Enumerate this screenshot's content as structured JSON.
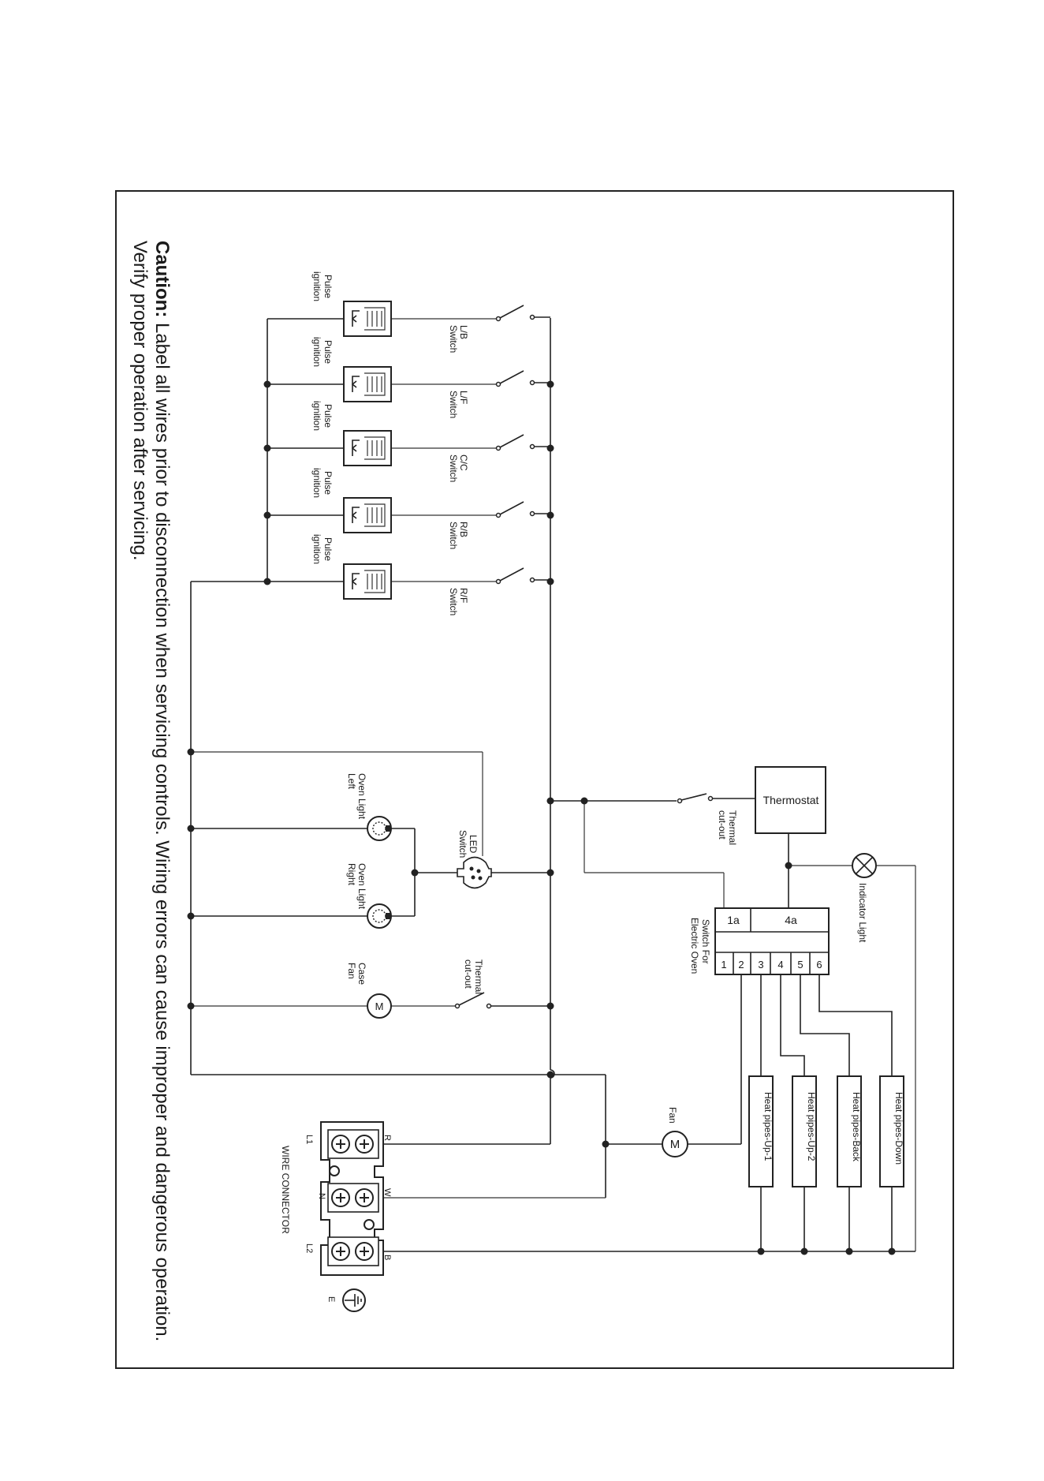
{
  "caution": {
    "prefix": "Caution:",
    "line1": " Label all wires prior to disconnection when servicing controls. Wiring errors can cause improper and dangerous operation.",
    "line2": "Verify proper operation after servicing."
  },
  "ignitions": [
    {
      "ignitor": "Pulse ignition",
      "switch_top": "L/B",
      "switch_bottom": "Switch"
    },
    {
      "ignitor": "Pulse ignition",
      "switch_top": "L/F",
      "switch_bottom": "Switch"
    },
    {
      "ignitor": "Pulse ignition",
      "switch_top": "C/C",
      "switch_bottom": "Switch"
    },
    {
      "ignitor": "Pulse ignition",
      "switch_top": "R/B",
      "switch_bottom": "Switch"
    },
    {
      "ignitor": "Pulse ignition",
      "switch_top": "R/F",
      "switch_bottom": "Switch"
    }
  ],
  "labels": {
    "pulse_line1": "Pulse",
    "pulse_line2": "ignition",
    "thermostat": "Thermostat",
    "thermal_cutout_1_line1": "Thermal",
    "thermal_cutout_1_line2": "cut-out",
    "thermal_cutout_2_line1": "Thermal",
    "thermal_cutout_2_line2": "cut-out",
    "led_switch_line1": "LED",
    "led_switch_line2": "Switch",
    "oven_light_left_line1": "Oven Light",
    "oven_light_left_line2": "Left",
    "oven_light_right_line1": "Oven Light",
    "oven_light_right_line2": "Right",
    "case_fan_line1": "Case",
    "case_fan_line2": "Fan",
    "motor_symbol": "M",
    "indicator_light": "Indicator Light",
    "switch_for_oven_line1": "Switch For",
    "switch_for_oven_line2": "Electric Oven",
    "fan": "Fan",
    "wire_connector": "WIRE CONNECTOR",
    "earth": "E"
  },
  "oven_switch": {
    "top_left": "1a",
    "top_right": "4a",
    "terminals": [
      "1",
      "2",
      "3",
      "4",
      "5",
      "6"
    ]
  },
  "heat_pipes": [
    "Heat pipes-Up-1",
    "Heat pipes-Up-2",
    "Heat pipes-Back",
    "Heat pipes-Down"
  ],
  "wire_connector": {
    "terminals": [
      "L1",
      "N",
      "L2"
    ],
    "wire_letters": [
      "R",
      "W",
      "B"
    ]
  }
}
